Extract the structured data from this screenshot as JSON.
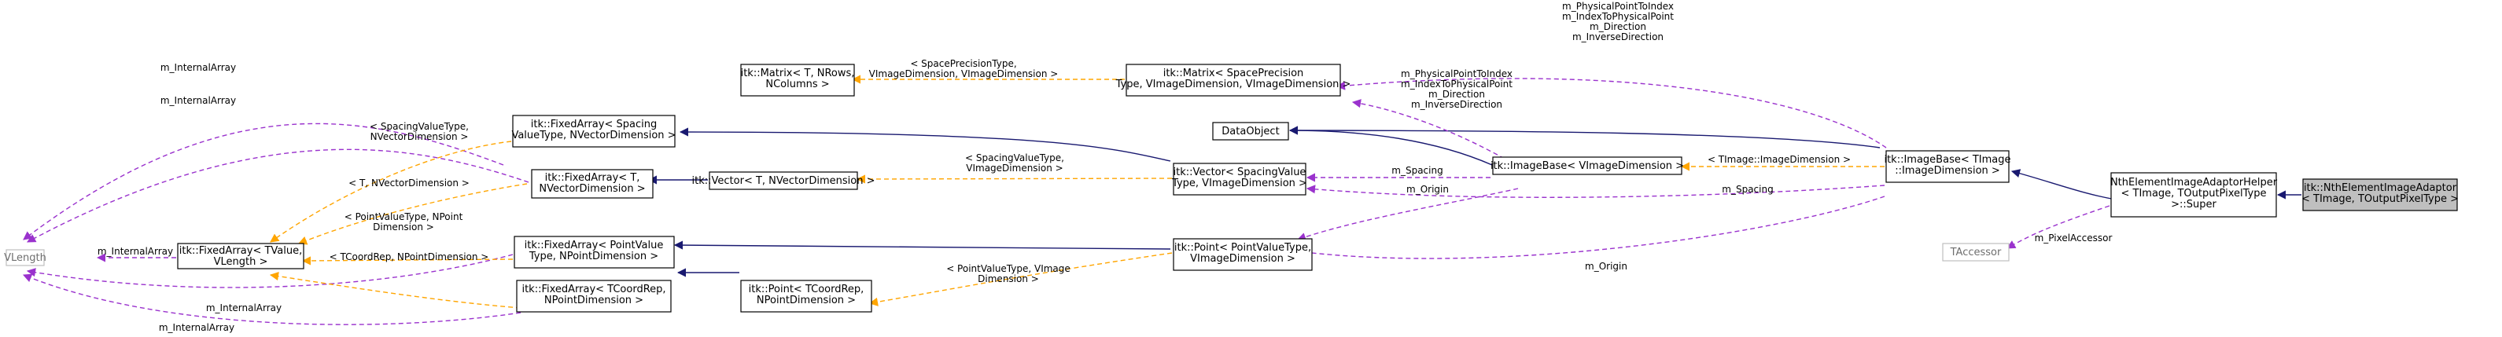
{
  "nodes": {
    "vlength": [
      "VLength"
    ],
    "fa_tvalue": [
      "itk::FixedArray< TValue,",
      "VLength >"
    ],
    "fa_spacing": [
      "itk::FixedArray< Spacing",
      "ValueType, NVectorDimension >"
    ],
    "fa_t": [
      "itk::FixedArray< T,",
      "NVectorDimension >"
    ],
    "fa_point": [
      "itk::FixedArray< PointValue",
      "Type, NPointDimension >"
    ],
    "fa_coord": [
      "itk::FixedArray< TCoordRep,",
      "NPointDimension >"
    ],
    "matrix_generic": [
      "itk::Matrix< T, NRows,",
      "NColumns >"
    ],
    "vector_t": [
      "itk::Vector< T, NVectorDimension >"
    ],
    "point_coord": [
      "itk::Point< TCoordRep,",
      "NPointDimension >"
    ],
    "matrix_spacing": [
      "itk::Matrix< SpacePrecision",
      "Type, VImageDimension, VImageDimension >"
    ],
    "dataobject": [
      "DataObject"
    ],
    "vector_spacing": [
      "itk::Vector< SpacingValue",
      "Type, VImageDimension >"
    ],
    "point_value": [
      "itk::Point< PointValueType,",
      "VImageDimension >"
    ],
    "imagebase_v": [
      "itk::ImageBase< VImageDimension >"
    ],
    "imagebase_t": [
      "itk::ImageBase< TImage",
      "::ImageDimension >"
    ],
    "taccessor": [
      "TAccessor"
    ],
    "helper": [
      "NthElementImageAdaptorHelper",
      "< TImage, TOutputPixelType",
      ">::Super"
    ],
    "adaptor": [
      "itk::NthElementImageAdaptor",
      "< TImage, TOutputPixelType >"
    ]
  },
  "edge_labels": {
    "internal_array_1": [
      "m_InternalArray"
    ],
    "internal_array_2": [
      "m_InternalArray"
    ],
    "internal_array_3": [
      "m_InternalArray"
    ],
    "internal_array_4": [
      "m_InternalArray"
    ],
    "internal_array_5": [
      "m_InternalArray"
    ],
    "tpl_spacing_fa": [
      "< SpacingValueType,",
      "NVectorDimension >"
    ],
    "tpl_t_fa": [
      "< T, NVectorDimension >"
    ],
    "tpl_point_fa": [
      "< PointValueType, NPoint",
      "Dimension >"
    ],
    "tpl_coord_fa": [
      "< TCoordRep, NPointDimension >"
    ],
    "tpl_matrix": [
      "< SpacePrecisionType,",
      "VImageDimension, VImageDimension >"
    ],
    "tpl_vector": [
      "< SpacingValueType,",
      "VImageDimension >"
    ],
    "tpl_point": [
      "< PointValueType, VImage",
      "Dimension >"
    ],
    "tpl_imagebase": [
      "< TImage::ImageDimension >"
    ],
    "matrix_members_top": [
      "m_PhysicalPointToIndex",
      "m_IndexToPhysicalPoint",
      "m_Direction",
      "m_InverseDirection"
    ],
    "matrix_members_mid": [
      "m_PhysicalPointToIndex",
      "m_IndexToPhysicalPoint",
      "m_Direction",
      "m_InverseDirection"
    ],
    "spacing_1": [
      "m_Spacing"
    ],
    "spacing_2": [
      "m_Spacing"
    ],
    "origin_1": [
      "m_Origin"
    ],
    "origin_2": [
      "m_Origin"
    ],
    "pixel_accessor": [
      "m_PixelAccessor"
    ]
  },
  "colors": {
    "inheritance": "#191970",
    "member": "#9a32cd",
    "template": "#ffa500",
    "focus_fill": "#bfbfbf",
    "grey_border": "#bfbfbf"
  }
}
